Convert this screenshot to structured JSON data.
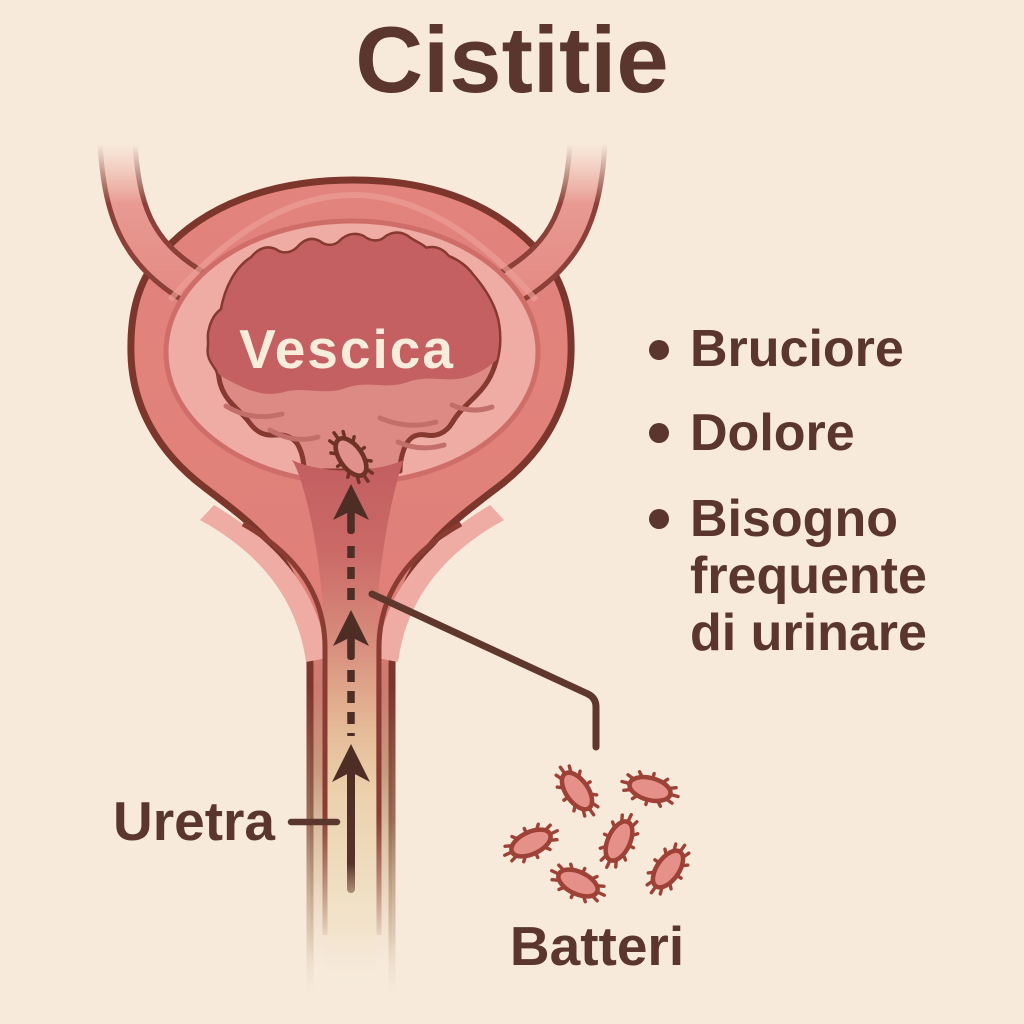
{
  "title": "Cistitie",
  "labels": {
    "bladder": "Vescica",
    "urethra": "Uretra",
    "bacteria": "Batteri"
  },
  "symptoms": {
    "items": [
      "Bruciore",
      "Dolore",
      "Bisogno frequente di urinare"
    ],
    "lines": [
      "Bruciore",
      "Dolore",
      "Bisogno",
      "frequente",
      "di urinare"
    ]
  },
  "colors": {
    "background": "#f7eadb",
    "ink": "#5a362c",
    "outline": "#7c362c",
    "bladder_wall": "#e2837d",
    "bladder_lining": "#efaca4",
    "bladder_interior": "#dd8a85",
    "urine_region": "#c45f62",
    "fold_lines": "#c26e6b",
    "urethra_inner": "#ecd2ae",
    "bacteria_fill": "#e6908a",
    "bacteria_outline": "#9e4136",
    "bladder_label_color": "#f8edda"
  }
}
